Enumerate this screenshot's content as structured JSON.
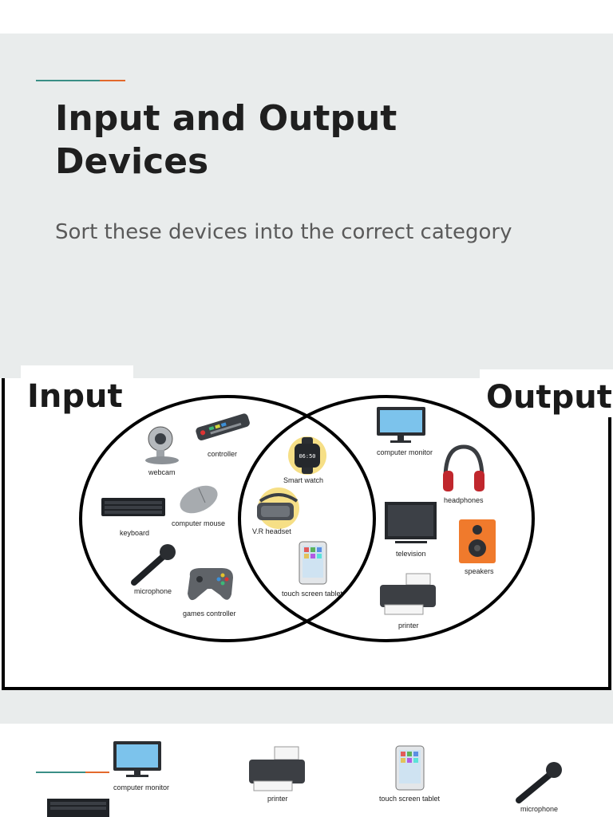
{
  "slide": {
    "title": "Input and Output Devices",
    "subtitle": "Sort these devices into the correct category",
    "accent_colors": [
      "#3a8f86",
      "#e3692c"
    ]
  },
  "venn": {
    "input_label": "Input",
    "output_label": "Output",
    "input_devices": [
      "webcam",
      "controller",
      "keyboard",
      "computer mouse",
      "microphone",
      "games controller"
    ],
    "both_devices": [
      "Smart watch",
      "V.R headset",
      "touch screen tablet"
    ],
    "output_devices": [
      "computer monitor",
      "headphones",
      "television",
      "speakers",
      "printer"
    ],
    "watch_time": "06:50"
  },
  "cards": {
    "computer_monitor": "computer monitor",
    "printer": "printer",
    "touch_screen_tablet": "touch screen tablet",
    "microphone": "microphone"
  }
}
